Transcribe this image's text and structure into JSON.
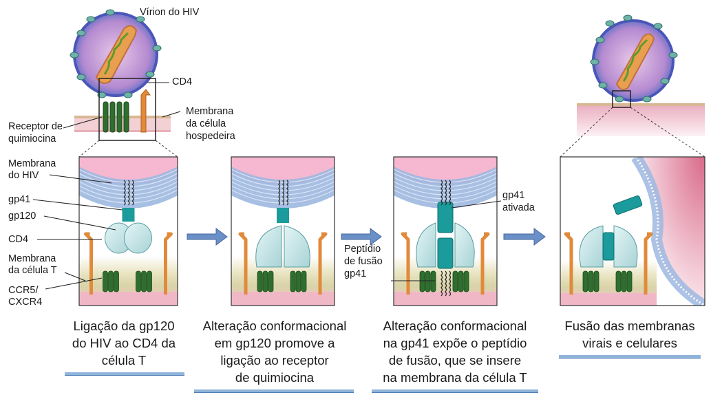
{
  "labels": {
    "virion": "Vírion do HIV",
    "cd4_top": "CD4",
    "host_membrane_1": "Membrana",
    "host_membrane_2": "da célula",
    "host_membrane_3": "hospedeira",
    "chemokine_receptor_1": "Receptor de",
    "chemokine_receptor_2": "quimiocina",
    "hiv_membrane_1": "Membrana",
    "hiv_membrane_2": "do HIV",
    "gp41": "gp41",
    "gp120": "gp120",
    "cd4": "CD4",
    "tcell_membrane_1": "Membrana",
    "tcell_membrane_2": "da célula T",
    "ccr5_1": "CCR5/",
    "ccr5_2": "CXCR4",
    "fusion_peptide_1": "Peptídio",
    "fusion_peptide_2": "de fusão",
    "fusion_peptide_3": "gp41",
    "gp41_active_1": "gp41",
    "gp41_active_2": "ativada"
  },
  "captions": [
    [
      "Ligação da gp120",
      "do HIV ao CD4 da",
      "célula T"
    ],
    [
      "Alteração conformacional",
      "em gp120 promove a",
      "ligação ao receptor",
      "de quimiocina"
    ],
    [
      "Alteração conformacional",
      "na gp41 expõe o peptídio",
      "de fusão, que se insere",
      "na membrana da célula T"
    ],
    [
      "Fusão das membranas",
      "virais e celulares"
    ]
  ],
  "colors": {
    "hiv_membrane": "#9db8e0",
    "hiv_membrane_pink": "#e890b8",
    "host_membrane": "#e8c8b0",
    "gp120": "#c9e6e8",
    "gp41": "#1b9b9b",
    "receptor": "#2f6e2f",
    "cd4": "#e08a3a",
    "arrow": "#6b8fc7",
    "virion_shell": "#8a8fd0",
    "capsid": "#e8a050"
  }
}
